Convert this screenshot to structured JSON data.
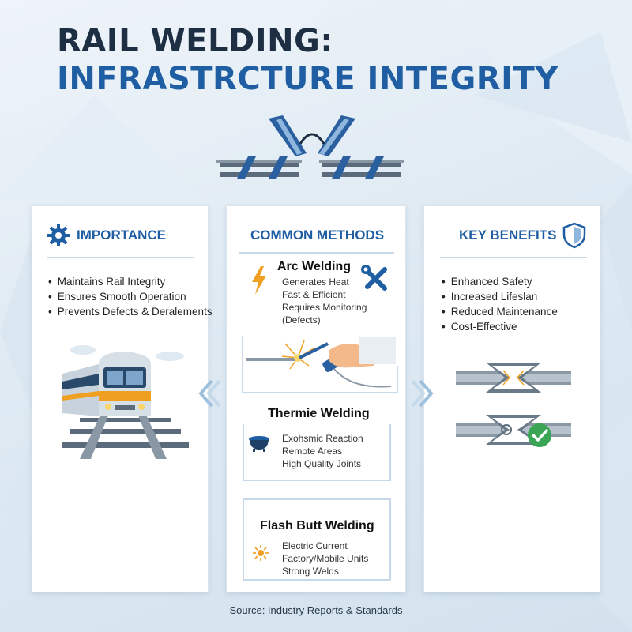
{
  "title": {
    "line1": "RAIL WELDING:",
    "line2": "INFRASTRCTURE INTEGRITY"
  },
  "colors": {
    "title_dark": "#1e2f43",
    "accent_blue": "#1f5ea3",
    "divider": "#c7d8e8",
    "train_orange": "#f0a020",
    "check_green": "#3aa655"
  },
  "panels": {
    "importance": {
      "heading": "IMPORTANCE",
      "icon": "gear-icon",
      "items": [
        "Maintains Rail Integrity",
        "Ensures Smooth Operation",
        "Prevents Defects & Deralements"
      ],
      "illustration": "train-on-track"
    },
    "methods": {
      "heading": "COMMON METHODS",
      "arc": {
        "name": "Arc Welding",
        "icon": "lightning-icon",
        "tool_icon": "wrench-screwdriver-icon",
        "lines": [
          "Generates Heat",
          "Fast & Efficient",
          "Requires Monitoring",
          "(Defects)"
        ]
      },
      "thermite": {
        "name": "Thermie Welding",
        "icon": "crucible-icon",
        "lines": [
          "Exohsmic Reaction",
          "Remote Areas",
          "High Quality Joints"
        ]
      },
      "flash": {
        "name": "Flash Butt Welding",
        "icon": "sun-spark-icon",
        "lines": [
          "Electric Current",
          "Factory/Mobile Units",
          "Strong Welds"
        ]
      }
    },
    "benefits": {
      "heading": "KEY BENEFITS",
      "icon": "shield-icon",
      "items": [
        "Enhanced Safety",
        "Increased Lifeslan",
        "Reduced Maintenance",
        "Cost-Effective"
      ]
    }
  },
  "source": "Source: Industry Reports & Standards"
}
